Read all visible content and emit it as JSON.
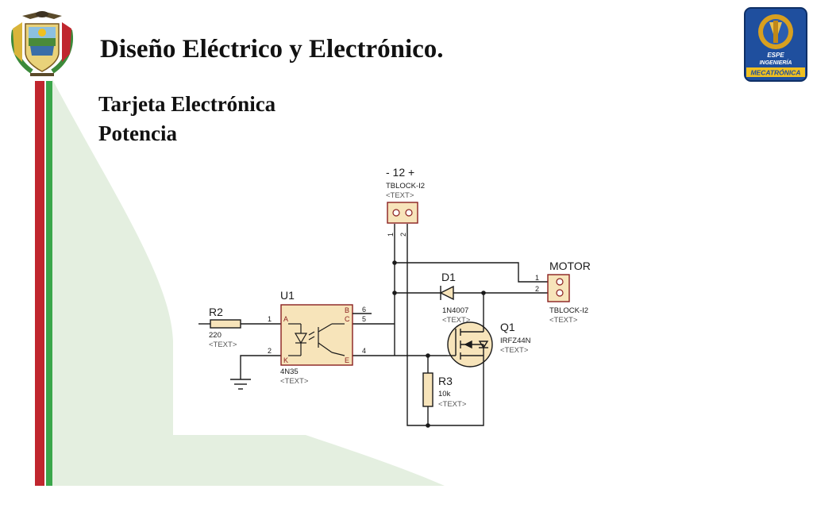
{
  "header": {
    "title": "Diseño Eléctrico y Electrónico.",
    "subtitle_line1": "Tarjeta Electrónica",
    "subtitle_line2": "Potencia"
  },
  "logos": {
    "right_line1": "ESPE",
    "right_line2": "INGENIERÍA",
    "right_line3": "MECATRÓNICA"
  },
  "colors": {
    "stripe_red": "#c0262e",
    "stripe_green": "#3aa64a",
    "background_fill": "#e4efe0",
    "component_fill": "#f7e4ba",
    "wire": "#1a1a1a"
  },
  "schematic": {
    "supply": {
      "name": "- 12 +",
      "part": "TBLOCK-I2",
      "text": "<TEXT>",
      "pin1": "1",
      "pin2": "2"
    },
    "motor": {
      "name": "MOTOR",
      "part": "TBLOCK-I2",
      "text": "<TEXT>",
      "pin1": "1",
      "pin2": "2"
    },
    "d1": {
      "name": "D1",
      "part": "1N4007",
      "text": "<TEXT>"
    },
    "q1": {
      "name": "Q1",
      "part": "IRFZ44N",
      "text": "<TEXT>"
    },
    "u1": {
      "name": "U1",
      "part": "4N35",
      "text": "<TEXT>",
      "pin_a": "A",
      "pin_k": "K",
      "pin_b": "B",
      "pin_c": "C",
      "pin_e": "E",
      "pin1": "1",
      "pin2": "2",
      "pin6": "6",
      "pin5": "5",
      "pin4": "4"
    },
    "r2": {
      "name": "R2",
      "value": "220",
      "text": "<TEXT>"
    },
    "r3": {
      "name": "R3",
      "value": "10k",
      "text": "<TEXT>"
    }
  }
}
